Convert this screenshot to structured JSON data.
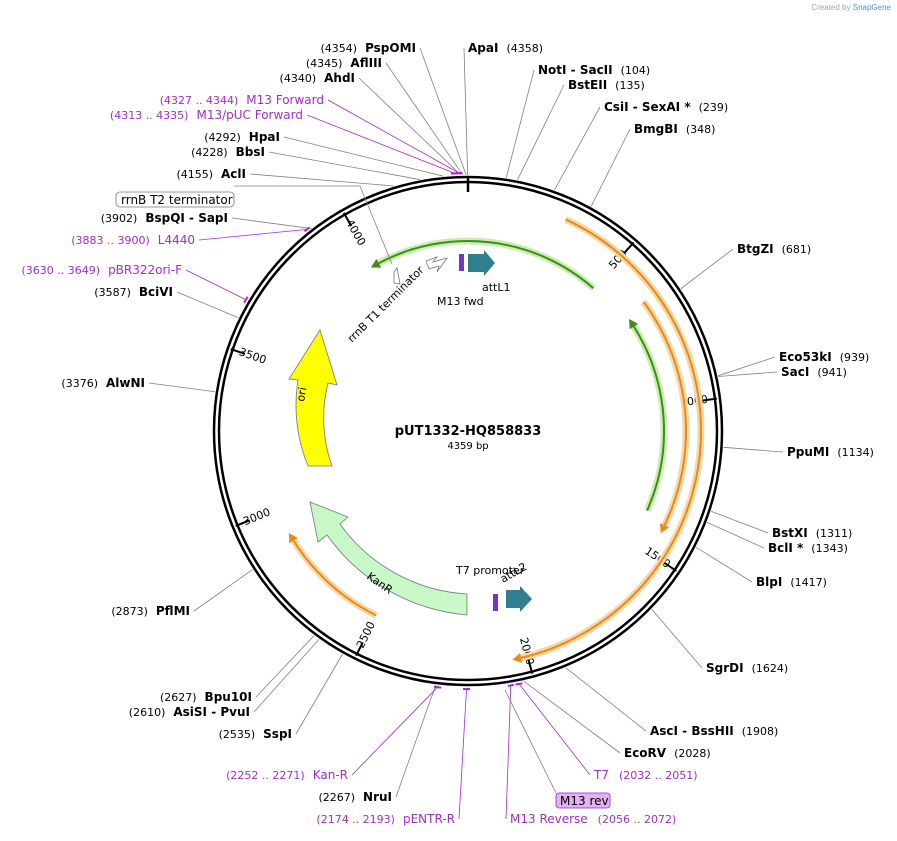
{
  "credit": {
    "prefix": "Created by",
    "brand": "SnapGene"
  },
  "plasmid": {
    "name": "pUT1332-HQ858833",
    "length": "4359 bp",
    "length_bp": 4359
  },
  "tick_labels": [
    {
      "bp": 500,
      "text": "500"
    },
    {
      "bp": 1000,
      "text": "1000"
    },
    {
      "bp": 1500,
      "text": "1500"
    },
    {
      "bp": 2000,
      "text": "2000"
    },
    {
      "bp": 2500,
      "text": "2500"
    },
    {
      "bp": 3000,
      "text": "3000"
    },
    {
      "bp": 3500,
      "text": "3500"
    },
    {
      "bp": 4000,
      "text": "4000"
    }
  ],
  "sites": [
    {
      "pos": 4358,
      "name": "ApaI",
      "num": "(4358)",
      "side": "right"
    },
    {
      "pos": 104,
      "name": "NotI  - SacII",
      "num": "(104)",
      "side": "right"
    },
    {
      "pos": 135,
      "name": "BstEII",
      "num": "(135)",
      "side": "right"
    },
    {
      "pos": 239,
      "name": "CsiI  - SexAI *",
      "num": "(239)",
      "side": "right"
    },
    {
      "pos": 348,
      "name": "BmgBI",
      "num": "(348)",
      "side": "right"
    },
    {
      "pos": 681,
      "name": "BtgZI",
      "num": "(681)",
      "side": "right"
    },
    {
      "pos": 939,
      "name": "Eco53kI",
      "num": "(939)",
      "side": "right"
    },
    {
      "pos": 941,
      "name": "SacI",
      "num": "(941)",
      "side": "right"
    },
    {
      "pos": 1134,
      "name": "PpuMI",
      "num": "(1134)",
      "side": "right"
    },
    {
      "pos": 1311,
      "name": "BstXI",
      "num": "(1311)",
      "side": "right"
    },
    {
      "pos": 1343,
      "name": "BclI *",
      "num": "(1343)",
      "side": "right"
    },
    {
      "pos": 1417,
      "name": "BlpI",
      "num": "(1417)",
      "side": "right"
    },
    {
      "pos": 1624,
      "name": "SgrDI",
      "num": "(1624)",
      "side": "right"
    },
    {
      "pos": 1908,
      "name": "AscI  - BssHII",
      "num": "(1908)",
      "side": "right"
    },
    {
      "pos": 2028,
      "name": "EcoRV",
      "num": "(2028)",
      "side": "right"
    },
    {
      "pos": 2267,
      "name": "NruI",
      "num": "(2267)",
      "side": "left"
    },
    {
      "pos": 2535,
      "name": "SspI",
      "num": "(2535)",
      "side": "left"
    },
    {
      "pos": 2610,
      "name": "AsiSI  - PvuI",
      "num": "(2610)",
      "side": "left"
    },
    {
      "pos": 2627,
      "name": "Bpu10I",
      "num": "(2627)",
      "side": "left"
    },
    {
      "pos": 2873,
      "name": "PflMI",
      "num": "(2873)",
      "side": "left"
    },
    {
      "pos": 3376,
      "name": "AlwNI",
      "num": "(3376)",
      "side": "left"
    },
    {
      "pos": 3587,
      "name": "BciVI",
      "num": "(3587)",
      "side": "left"
    },
    {
      "pos": 3902,
      "name": "BspQI  - SapI",
      "num": "(3902)",
      "side": "left"
    },
    {
      "pos": 4155,
      "name": "AclI",
      "num": "(4155)",
      "side": "left"
    },
    {
      "pos": 4228,
      "name": "BbsI",
      "num": "(4228)",
      "side": "left"
    },
    {
      "pos": 4292,
      "name": "HpaI",
      "num": "(4292)",
      "side": "left"
    },
    {
      "pos": 4340,
      "name": "AhdI",
      "num": "(4340)",
      "side": "left"
    },
    {
      "pos": 4345,
      "name": "AflIII",
      "num": "(4345)",
      "side": "left"
    },
    {
      "pos": 4354,
      "name": "PspOMI",
      "num": "(4354)",
      "side": "left"
    }
  ],
  "primers": [
    {
      "start": 4327,
      "end": 4344,
      "name": "M13 Forward",
      "range": "(4327 .. 4344)",
      "side": "left"
    },
    {
      "start": 4313,
      "end": 4335,
      "name": "M13/pUC Forward",
      "range": "(4313 .. 4335)",
      "side": "left"
    },
    {
      "start": 3883,
      "end": 3900,
      "name": "L4440",
      "range": "(3883 .. 3900)",
      "side": "left"
    },
    {
      "start": 3630,
      "end": 3649,
      "name": "pBR322ori-F",
      "range": "(3630 .. 3649)",
      "side": "left"
    },
    {
      "start": 2252,
      "end": 2271,
      "name": "Kan-R",
      "range": "(2252 .. 2271)",
      "side": "left"
    },
    {
      "start": 2174,
      "end": 2193,
      "name": "pENTR-R",
      "range": "(2174 .. 2193)",
      "side": "left"
    },
    {
      "start": 2032,
      "end": 2051,
      "name": "T7",
      "range": "(2032 .. 2051)",
      "side": "right"
    },
    {
      "start": 2056,
      "end": 2072,
      "name": "M13 Reverse",
      "range": "(2056 .. 2072)",
      "side": "right"
    }
  ],
  "feature_labels": {
    "rrnB_T2": "rrnB T2 terminator",
    "m13_rev": "M13 rev",
    "rrnB_T1": "rrnB T1 terminator",
    "attL1": "attL1",
    "m13_fwd": "M13 fwd",
    "ori": "ori",
    "KanR": "KanR",
    "T7_promoter": "T7 promoter",
    "attL2": "attL2"
  },
  "colors": {
    "backbone": "#000000",
    "site_label": "#000000",
    "primer": "#a12ec8",
    "orf": "#e88a1a",
    "orf_glow": "#f6d7a6",
    "gene_arrow": "#3b8f12",
    "gene_glow": "#cdebb4",
    "ori": "#ffff00",
    "kanr": "#c8f7c8",
    "att": "#2f7f8f",
    "site_line": "#808080"
  }
}
